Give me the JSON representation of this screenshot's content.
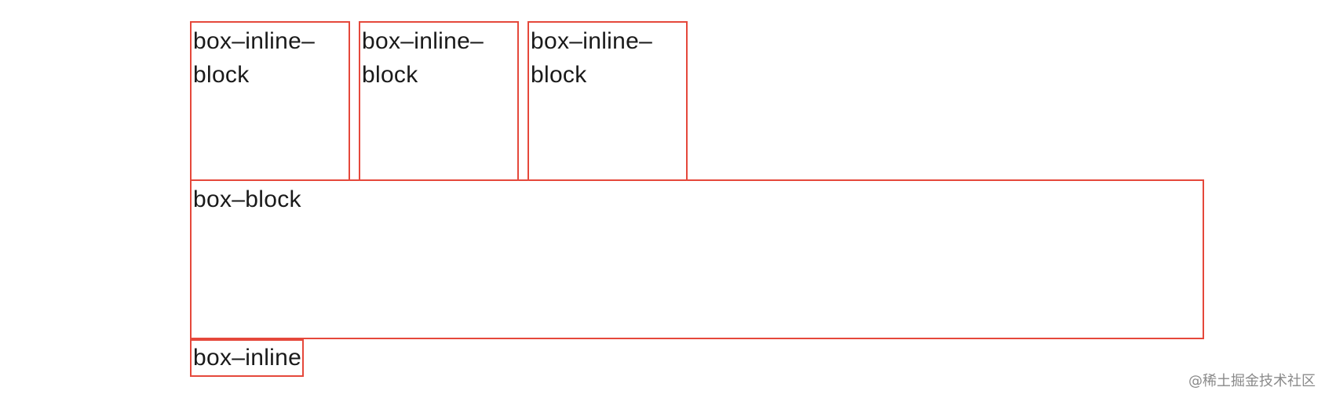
{
  "boxes": {
    "inline_block_items": [
      {
        "label": "box–inline–block"
      },
      {
        "label": "box–inline–block"
      },
      {
        "label": "box–inline–block"
      }
    ],
    "block_label": "box–block",
    "inline_label": "box–inline"
  },
  "watermark": "@稀土掘金技术社区",
  "colors": {
    "border": "#e5483b",
    "text": "#1a1a1a",
    "watermark": "#8a8a8a"
  }
}
